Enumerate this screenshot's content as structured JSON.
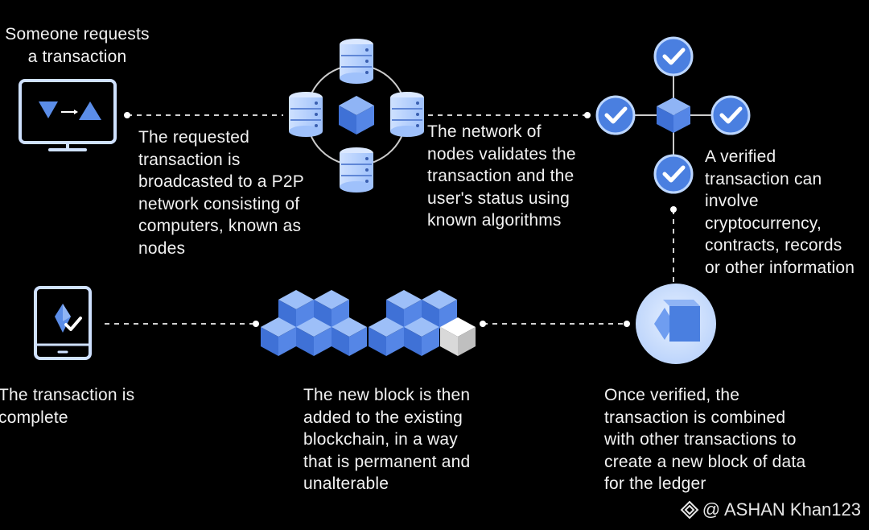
{
  "colors": {
    "background": "#000000",
    "accent_blue": "#4a7fe0",
    "light_blue": "#bcd6ff",
    "text": "#f2f2f2"
  },
  "steps": {
    "request": "Someone requests\na transaction",
    "broadcast": "The requested\ntransaction is\nbroadcasted to a P2P\nnetwork consisting of\ncomputers, known as\nnodes",
    "validate": "The network of\nnodes validates the\ntransaction and the\nuser's status using\nknown algorithms",
    "verified": "A verified\ntransaction can\ninvolve\ncryptocurrency,\ncontracts, records\nor other information",
    "combine": "Once verified, the\ntransaction is combined\nwith other transactions to\ncreate a new block of data\nfor the ledger",
    "add_block": "The new block is then\nadded to the existing\nblockchain, in a way\nthat is permanent and\nunalterable",
    "complete": "The transaction is\ncomplete"
  },
  "icons": {
    "request": "monitor-transfer-icon",
    "network": "server-node-network-icon",
    "validation": "checkmark-validation-icon",
    "block": "new-block-icon",
    "chain": "blockchain-cubes-icon",
    "complete": "tablet-check-icon"
  },
  "watermark": {
    "icon": "diamond-logo-icon",
    "text": "@ ASHAN Khan123"
  }
}
